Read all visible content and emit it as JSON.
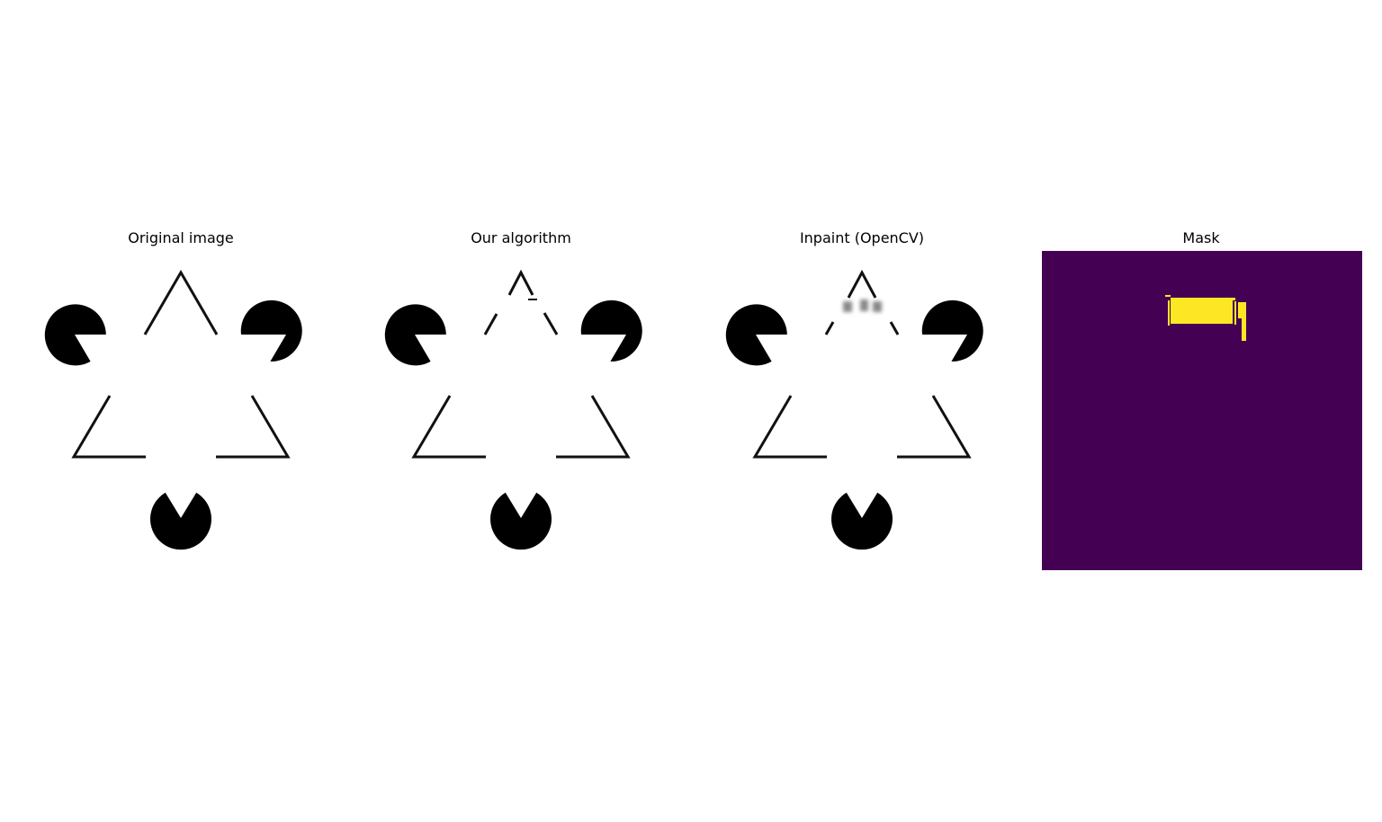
{
  "figure": {
    "panels": [
      {
        "title": "Original image"
      },
      {
        "title": "Our algorithm"
      },
      {
        "title": "Inpaint (OpenCV)"
      },
      {
        "title": "Mask"
      }
    ],
    "colors": {
      "background": "#ffffff",
      "shape": "#000000",
      "mask_background": "#440154",
      "mask_foreground": "#fde725"
    }
  }
}
